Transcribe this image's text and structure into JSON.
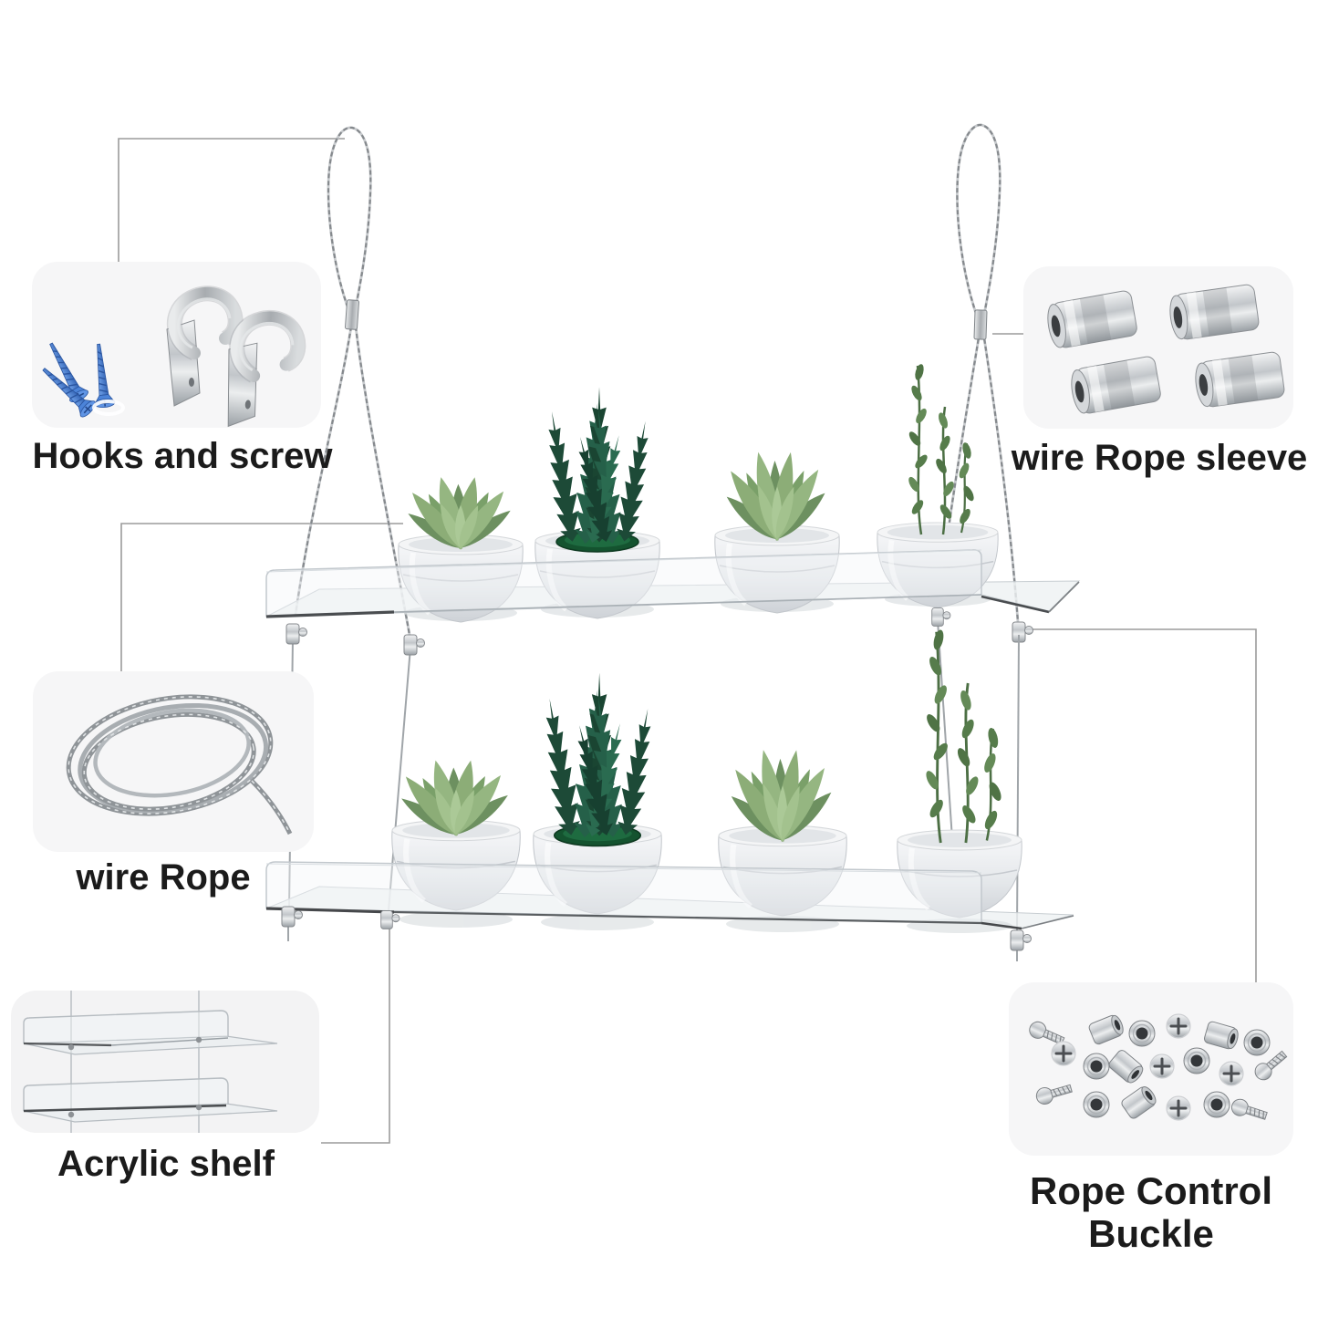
{
  "page": {
    "background": "#ffffff"
  },
  "product": {
    "name": "hanging-acrylic-plant-shelf",
    "shelf_count": 2,
    "pots_per_shelf": 4
  },
  "components": {
    "hooks": {
      "label": "Hooks and screw",
      "icon": "hooks-and-screws-photo"
    },
    "sleeve": {
      "label": "wire Rope sleeve",
      "icon": "wire-rope-sleeves-photo"
    },
    "rope": {
      "label": "wire Rope",
      "icon": "wire-rope-coil-photo"
    },
    "shelf": {
      "label": "Acrylic shelf",
      "icon": "acrylic-shelf-photo"
    },
    "buckle": {
      "label": "Rope Control Buckle",
      "icon": "rope-control-buckles-photo"
    }
  },
  "colors": {
    "label_text": "#1b1b1b",
    "callout_line": "#9b9b9b",
    "card_background": "#f6f6f7",
    "screw_blue": "#4a7fd0",
    "metal_light": "#d7dadd",
    "metal_dark": "#8d9195",
    "acrylic_edge": "#c2c8cd",
    "plant_green": "#8fae7c",
    "plant_dark_green": "#1f4f3b"
  }
}
